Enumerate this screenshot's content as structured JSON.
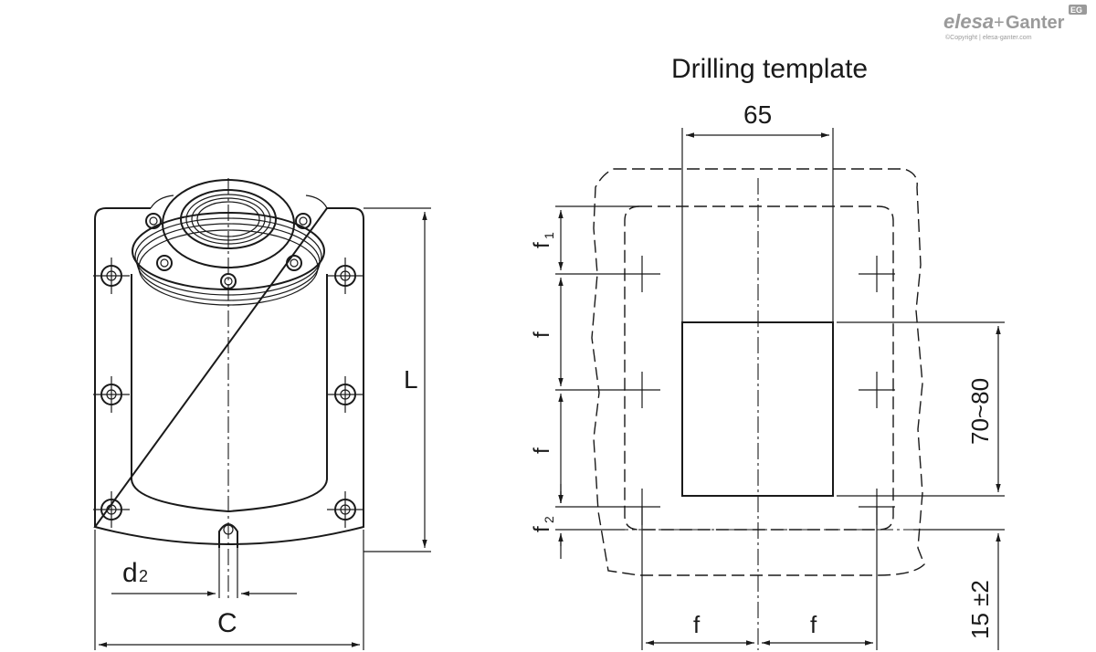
{
  "brand": {
    "name_part1": "elesa",
    "plus": "+",
    "name_part2": "Ganter",
    "badge": "EG",
    "copyright": "©Copyright | elesa-ganter.com",
    "colors": {
      "logo": "#9a9a9a"
    }
  },
  "drawing": {
    "title": "Drilling template",
    "labels": {
      "L": "L",
      "d2": "d",
      "d2_sub": "2",
      "C": "C",
      "width_65": "65",
      "range_70_80": "70~80",
      "f1": "f",
      "f1_sub": "1",
      "f": "f",
      "f2": "f",
      "f2_sub": "2",
      "offset_15": "15 ±2"
    }
  }
}
